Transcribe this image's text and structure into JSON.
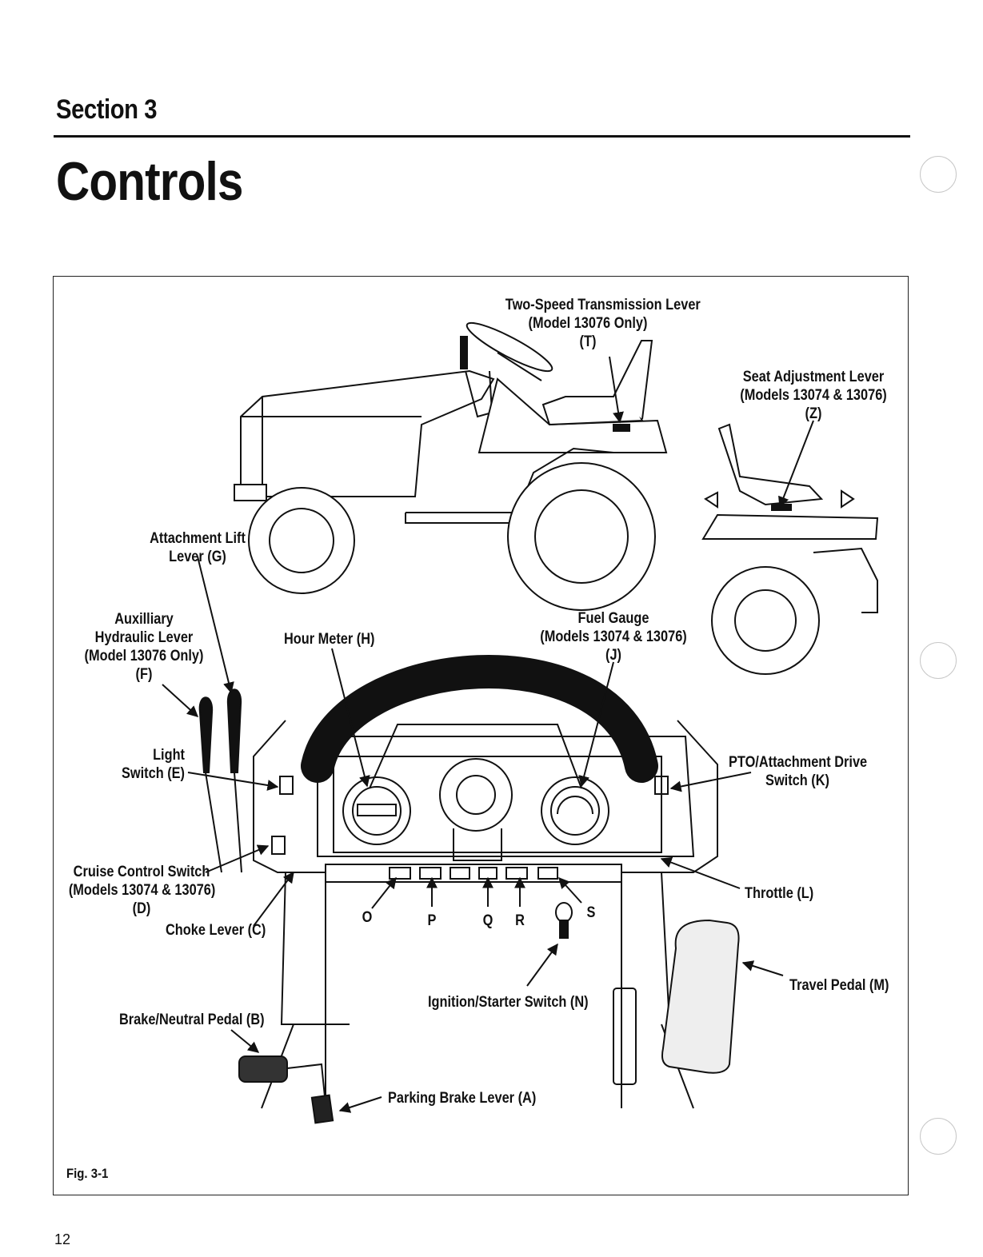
{
  "header": {
    "section": "Section 3",
    "title": "Controls"
  },
  "figure": {
    "caption": "Fig. 3-1",
    "labels": {
      "two_speed": [
        "Two-Speed Transmission Lever",
        "(Model 13076 Only)",
        "(T)"
      ],
      "seat": [
        "Seat Adjustment Lever",
        "(Models 13074 & 13076)",
        "(Z)"
      ],
      "attachment_lift": [
        "Attachment Lift",
        "Lever (G)"
      ],
      "aux_hydraulic": [
        "Auxilliary",
        "Hydraulic Lever",
        "(Model 13076 Only)",
        "(F)"
      ],
      "hour_meter": "Hour Meter (H)",
      "fuel_gauge": [
        "Fuel Gauge",
        "(Models 13074 & 13076)",
        "(J)"
      ],
      "light_switch": [
        "Light",
        "Switch (E)"
      ],
      "pto_switch": [
        "PTO/Attachment Drive",
        "Switch (K)"
      ],
      "cruise": [
        "Cruise Control Switch",
        "(Models 13074 & 13076)",
        "(D)"
      ],
      "choke": "Choke Lever (C)",
      "throttle": "Throttle (L)",
      "ignition": "Ignition/Starter Switch (N)",
      "travel_pedal": "Travel Pedal (M)",
      "brake_pedal": "Brake/Neutral Pedal (B)",
      "parking_brake": "Parking Brake Lever (A)",
      "letters": {
        "o": "O",
        "p": "P",
        "q": "Q",
        "r": "R",
        "s": "S"
      }
    }
  },
  "footer": {
    "page_number": "12"
  }
}
